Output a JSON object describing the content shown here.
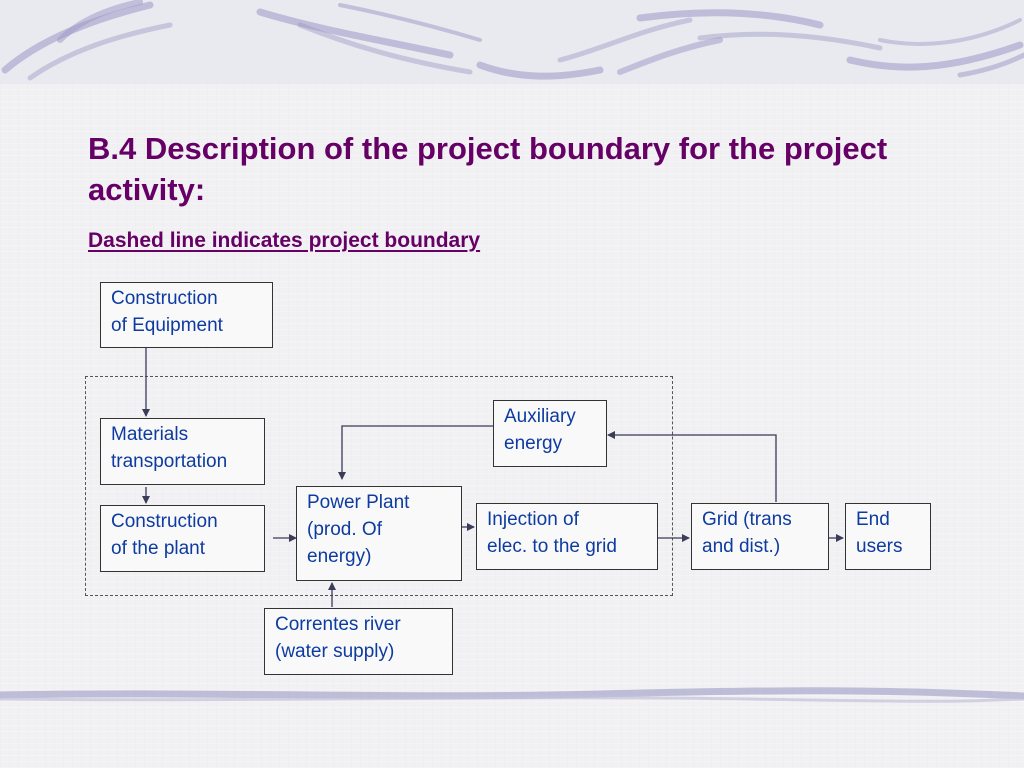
{
  "slide": {
    "title": "B.4 Description of the project boundary for the project activity:",
    "subtitle": "Dashed line indicates project boundary"
  },
  "diagram": {
    "nodes": [
      {
        "id": "construction-equipment",
        "label": "Construction\nof Equipment"
      },
      {
        "id": "materials-transportation",
        "label": "Materials\ntransportation"
      },
      {
        "id": "construction-plant",
        "label": "Construction\nof the plant"
      },
      {
        "id": "power-plant",
        "label": "Power Plant\n(prod. Of\nenergy)"
      },
      {
        "id": "auxiliary-energy",
        "label": "Auxiliary\nenergy"
      },
      {
        "id": "injection-grid",
        "label": "Injection of\nelec. to the grid"
      },
      {
        "id": "grid",
        "label": "Grid (trans\nand dist.)"
      },
      {
        "id": "end-users",
        "label": "End\nusers"
      },
      {
        "id": "correntes-river",
        "label": "Correntes river\n(water supply)"
      }
    ],
    "edges": [
      {
        "from": "construction-equipment",
        "to": "materials-transportation"
      },
      {
        "from": "materials-transportation",
        "to": "construction-plant"
      },
      {
        "from": "construction-plant",
        "to": "power-plant"
      },
      {
        "from": "auxiliary-energy",
        "to": "power-plant"
      },
      {
        "from": "power-plant",
        "to": "injection-grid"
      },
      {
        "from": "injection-grid",
        "to": "grid"
      },
      {
        "from": "grid",
        "to": "end-users"
      },
      {
        "from": "grid",
        "to": "auxiliary-energy"
      },
      {
        "from": "correntes-river",
        "to": "power-plant"
      }
    ]
  }
}
